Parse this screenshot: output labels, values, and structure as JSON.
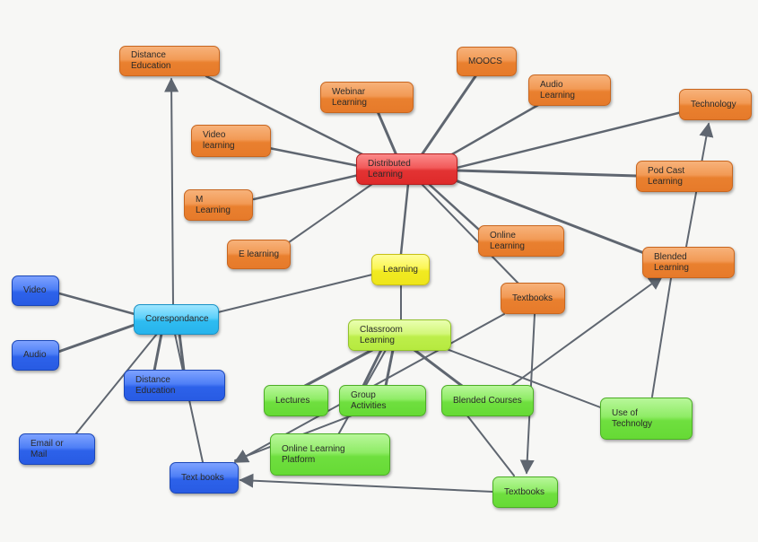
{
  "nodes": {
    "distance_education_top": "Distance\nEducation",
    "moocs": "MOOCS",
    "webinar_learning": "Webinar\nLearning",
    "audio_learning": "Audio\nLearning",
    "technology": "Technology",
    "video_learning": "Video\nlearning",
    "distributed_learning": "Distributed\nLearning",
    "pod_cast_learning": "Pod Cast\nLearning",
    "m_learning": "M\nLearning",
    "online_learning": "Online\nLearning",
    "e_learning": "E learning",
    "blended_learning": "Blended\nLearning",
    "learning": "Learning",
    "textbooks_orange": "Textbooks",
    "video": "Video",
    "corespondance": "Corespondance",
    "classroom_learning": "Classroom\nLearning",
    "audio": "Audio",
    "distance_education_blue": "Distance\nEducation",
    "lectures": "Lectures",
    "group_activities": "Group\nActivities",
    "blended_courses": "Blended Courses",
    "use_of_technology": "Use of\nTechnolgy",
    "email_or_mail": "Email or\nMail",
    "online_learning_platform": "Online Learning\nPlatform",
    "text_books": "Text books",
    "textbooks_green": "Textbooks"
  },
  "colors": {
    "edge": "#5f6670",
    "orange": "#f29a55",
    "red": "#e33333",
    "yellow": "#fbf655",
    "cyan": "#2fbcf1",
    "blue": "#2d62ea",
    "green": "#6fdf3f"
  }
}
